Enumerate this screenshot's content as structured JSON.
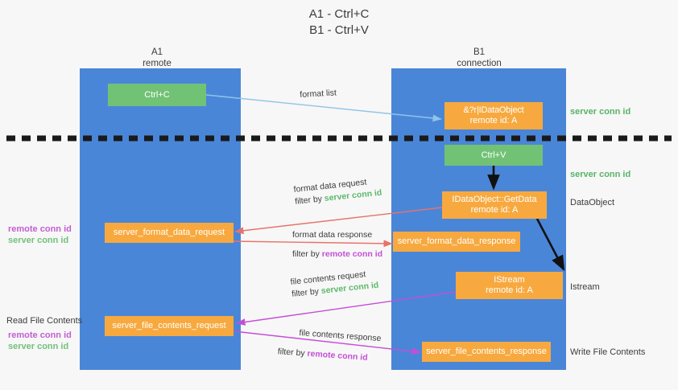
{
  "title": {
    "line1": "A1 - Ctrl+C",
    "line2": "B1 - Ctrl+V"
  },
  "lanes": [
    {
      "name": "A1",
      "sub": "remote"
    },
    {
      "name": "B1",
      "sub": "connection"
    }
  ],
  "nodes": {
    "ctrl_c": {
      "label": "Ctrl+C"
    },
    "ctrl_v": {
      "label": "Ctrl+V"
    },
    "idataobject_top": {
      "line1": "&?r|IDataObject",
      "line2": "remote id: A"
    },
    "getdata": {
      "line1": "IDataObject::GetData",
      "line2": "remote id: A"
    },
    "istream": {
      "line1": "IStream",
      "line2": "remote id: A"
    },
    "server_format_data_request": {
      "label": "server_format_data_request"
    },
    "server_format_data_response": {
      "label": "server_format_data_response"
    },
    "server_file_contents_request": {
      "label": "server_file_contents_request"
    },
    "server_file_contents_response": {
      "label": "server_file_contents_response"
    }
  },
  "edge_labels": {
    "format_list": "format list",
    "format_data_request": "format data request",
    "format_data_response": "format data response",
    "file_contents_request": "file contents request",
    "file_contents_response": "file contents response",
    "filter_by": "filter by ",
    "server_conn_id": "server conn id",
    "remote_conn_id": "remote conn id"
  },
  "right_labels": {
    "server_conn_id_top": "server conn id",
    "server_conn_id_mid": "server conn id",
    "dataobject": "DataObject",
    "istream": "Istream",
    "write_file_contents": "Write File Contents"
  },
  "left_labels": {
    "remote_conn_id_1": "remote conn id",
    "server_conn_id_1": "server conn id",
    "read_file_contents": "Read File Contents",
    "remote_conn_id_2": "remote conn id",
    "server_conn_id_2": "server conn id"
  },
  "colors": {
    "lane": "#4a86d8",
    "orange": "#f7a93f",
    "green_box": "#72c276",
    "green_text": "#58b368",
    "purple_text": "#c84fd4",
    "arrow_blue": "#8fc4e8",
    "arrow_red": "#e8736a",
    "arrow_magenta": "#c44fd6",
    "arrow_black": "#1a1a1a",
    "background": "#f7f7f7"
  }
}
